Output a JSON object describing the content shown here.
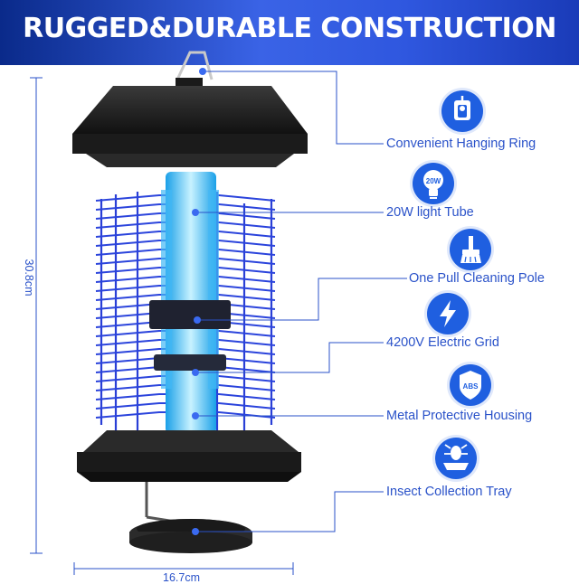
{
  "banner": {
    "title": "RUGGED&DURABLE CONSTRUCTION"
  },
  "features": [
    {
      "label": "Convenient Hanging Ring",
      "icon": "hanging-ring-icon"
    },
    {
      "label": "20W light Tube",
      "icon": "light-bulb-20w-icon",
      "badge": "20W"
    },
    {
      "label": "One Pull Cleaning Pole",
      "icon": "cleaning-brush-icon"
    },
    {
      "label": "4200V Electric Grid",
      "icon": "lightning-bolt-icon"
    },
    {
      "label": "Metal Protective Housing",
      "icon": "abs-shield-icon",
      "badge": "ABS"
    },
    {
      "label": "Insect Collection Tray",
      "icon": "insect-tray-icon"
    }
  ],
  "dimensions": {
    "height": "30.8cm",
    "width": "16.7cm"
  },
  "colors": {
    "accent": "#2a52c9",
    "icon_bg": "#1f5fe0",
    "banner": "#3a63e6"
  }
}
